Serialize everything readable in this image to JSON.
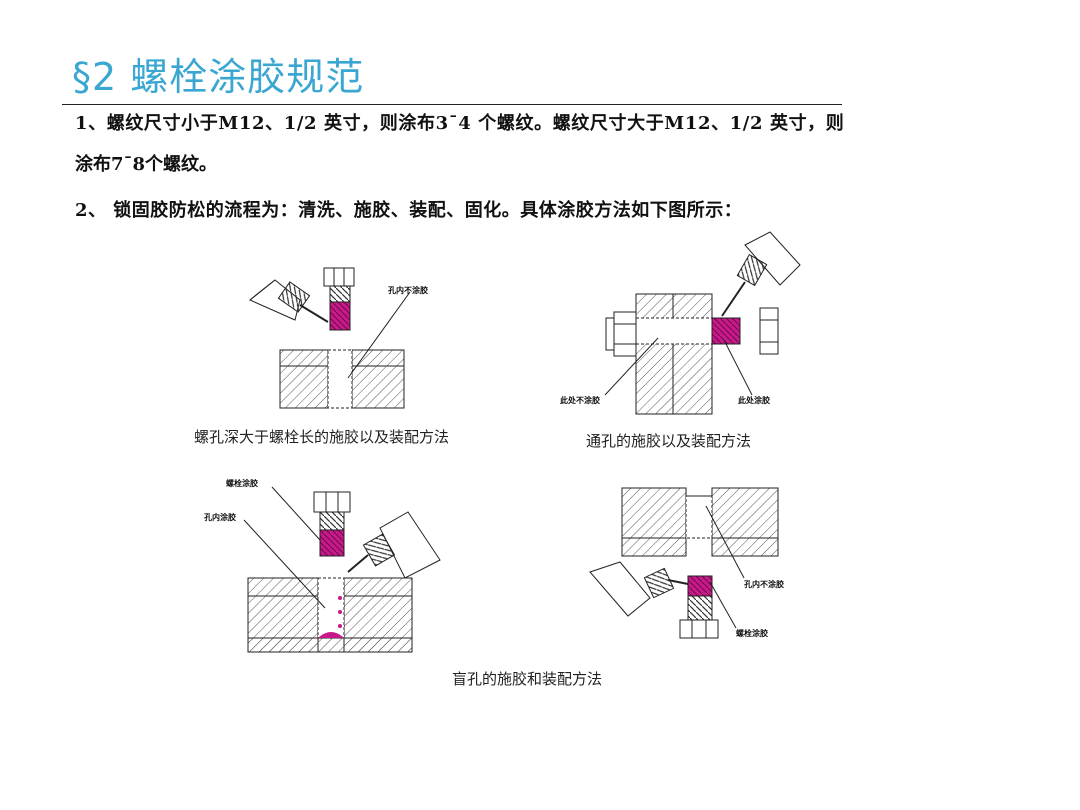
{
  "title": "§2 螺栓涂胶规范",
  "paragraphs": {
    "p1_line1": "1、螺纹尺寸小于M12、1/2 英寸，则涂布3¯4 个螺纹。螺纹尺寸大于M12、1/2 英寸，则",
    "p1_line2": "涂布7¯8个螺纹。",
    "p2": "2、  锁固胶防松的流程为：清洗、施胶、装配、固化。具体涂胶方法如下图所示："
  },
  "figures": {
    "fig1": {
      "caption": "螺孔深大于螺栓长的施胶以及装配方法",
      "label_hole": "孔内不涂胶"
    },
    "fig2": {
      "caption": "通孔的施胶以及装配方法",
      "label_left": "此处不涂胶",
      "label_right": "此处涂胶"
    },
    "fig3": {
      "caption": "盲孔的施胶和装配方法",
      "label_bolt": "螺栓涂胶",
      "label_hole": "孔内涂胶"
    },
    "fig4": {
      "label_hole": "孔内不涂胶",
      "label_bolt": "螺栓涂胶"
    }
  },
  "colors": {
    "title": "#3aa6d2",
    "glue": "#c8188a",
    "text": "#111111"
  }
}
